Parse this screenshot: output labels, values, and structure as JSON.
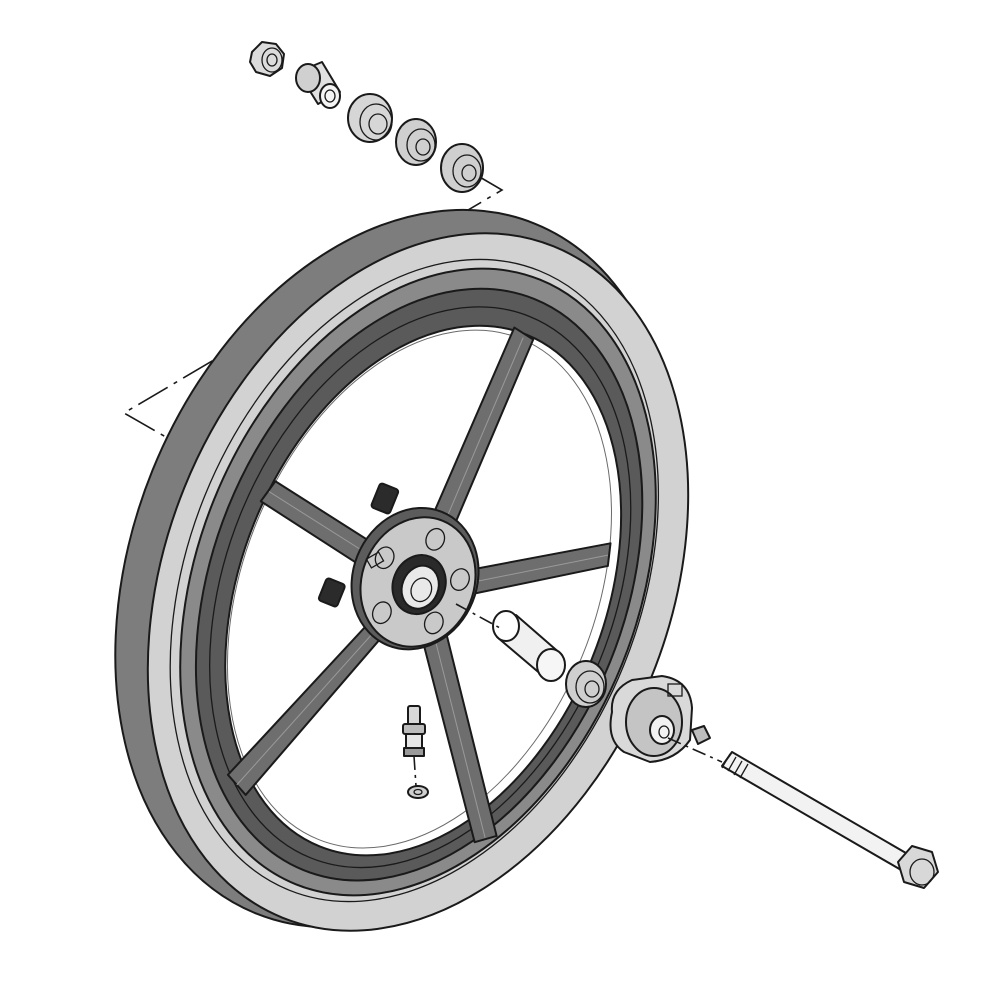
{
  "diagram": {
    "type": "exploded-parts-view",
    "colors": {
      "tire": "#7d7d7d",
      "rim_flange": "#cfcfcf",
      "rim_dark": "#5a5a5a",
      "hub": "#c9c9c9",
      "outline": "#1a1a1a",
      "background": "#ffffff"
    },
    "parts": [
      "collar-nut",
      "spacer-bushing",
      "oil-seal",
      "bearing-upper",
      "bearing-lower",
      "tire",
      "five-spoke-rim",
      "hub",
      "brake-disc-bolt",
      "axle-collar",
      "wheel-bearing",
      "speedometer-gear-housing",
      "axle-bolt",
      "valve-stem"
    ]
  }
}
